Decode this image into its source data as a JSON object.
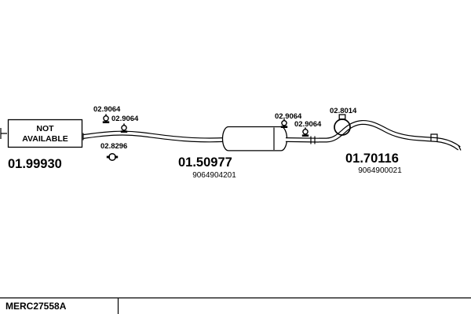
{
  "diagram": {
    "not_available_box": {
      "line1": "NOT",
      "line2": "AVAILABLE"
    },
    "sections": {
      "front": {
        "part_code": "01.99930"
      },
      "middle": {
        "part_code": "01.50977",
        "oem_ref": "9064904201"
      },
      "rear": {
        "part_code": "01.70116",
        "oem_ref": "9064900021"
      }
    },
    "fittings": {
      "clamp_top_left_1": "02.9064",
      "clamp_top_left_2": "02.9064",
      "bracket_front": "02.8296",
      "clamp_mid_1": "02.9064",
      "clamp_mid_2": "02.9064",
      "ring_clamp": "02.8014"
    },
    "footer": {
      "catalog_code": "MERC27558A"
    },
    "colors": {
      "ink": "#000000",
      "background": "#ffffff"
    }
  }
}
